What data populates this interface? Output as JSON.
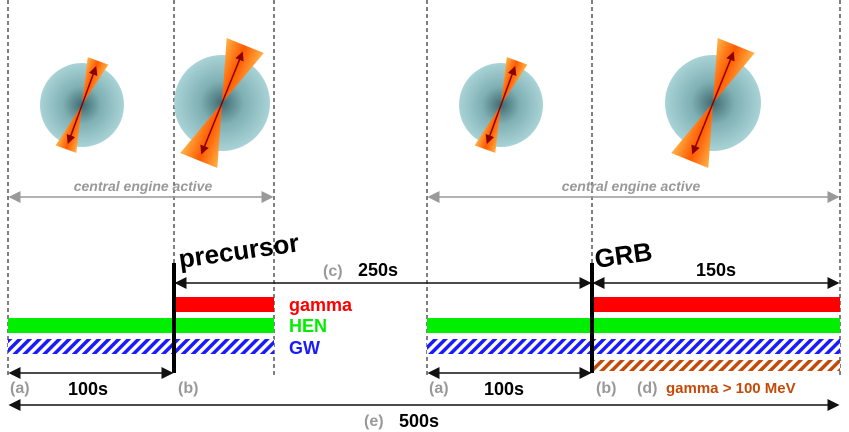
{
  "labels": {
    "ce_active": "central engine active",
    "precursor": "precursor",
    "grb": "GRB",
    "c_letter": "(c)",
    "c_value": "250s",
    "value_150": "150s",
    "gamma": "gamma",
    "hen": "HEN",
    "gw": "GW",
    "a_letter": "(a)",
    "b_letter": "(b)",
    "d_letter": "(d)",
    "e_letter": "(e)",
    "value_100": "100s",
    "gamma_100mev": "gamma > 100 MeV",
    "e_value": "500s"
  },
  "colors": {
    "gamma": "#ff0000",
    "hen": "#00ee00",
    "gw": "#1a1aff",
    "high_energy_gamma": "#c44a0a",
    "arrow_gray": "#999999",
    "text_gray": "#999999",
    "sphere": "#9ec9cc",
    "cone": "#ff9a1a"
  }
}
